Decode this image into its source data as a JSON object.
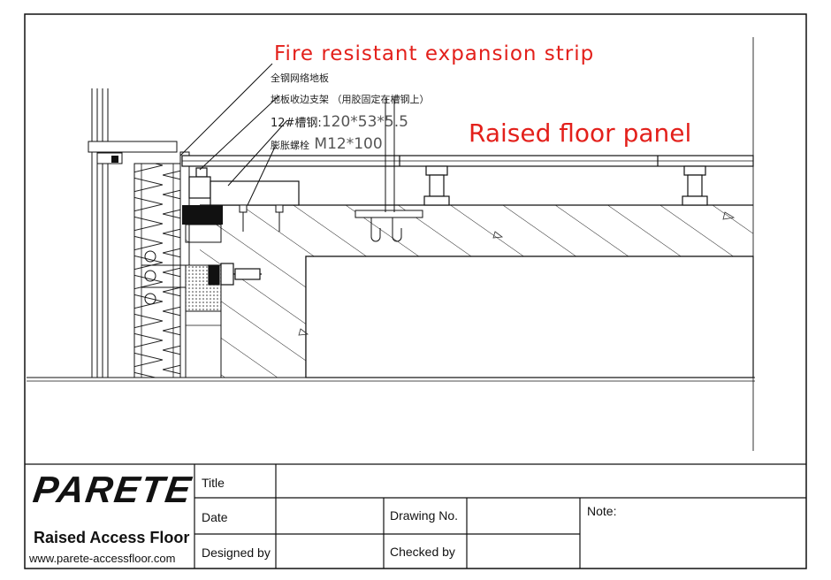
{
  "annotations": {
    "fire_strip": "Fire  resistant  expansion  strip",
    "raised_panel": "Raised floor panel",
    "cn_label_1": "全钢网络地板",
    "cn_label_2": "地板收边支架  （用胶固定在槽钢上）",
    "channel_prefix": "12#槽钢:",
    "channel_spec": "120*53*5.5",
    "bolt_prefix": "膨胀螺栓",
    "bolt_spec": "M12*100"
  },
  "title_block": {
    "logo_text": "PARETE",
    "brand_subtitle": "Raised Access Floor",
    "website": "www.parete-accessfloor.com",
    "title_label": "Title",
    "date_label": "Date",
    "designed_by_label": "Designed by",
    "drawing_no_label": "Drawing No.",
    "checked_by_label": "Checked by",
    "note_label": "Note:"
  },
  "colors": {
    "annotation_red": "#e3201b",
    "line": "#111111"
  }
}
